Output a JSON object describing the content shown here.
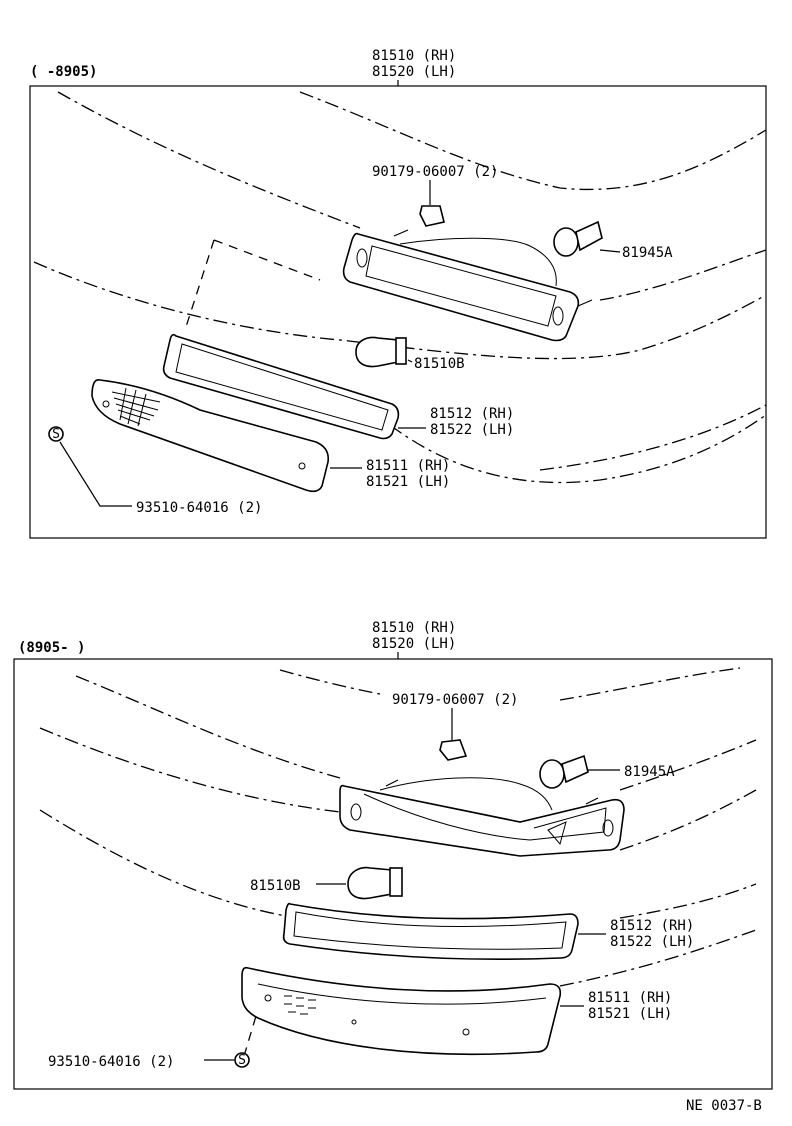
{
  "top_panel": {
    "range": "(       -8905)",
    "assembly_rh": "81510 (RH)",
    "assembly_lh": "81520 (LH)",
    "nut": "90179-06007 (2)",
    "socket": "81945A",
    "bulb": "81510B",
    "gasket_rh": "81512 (RH)",
    "gasket_lh": "81522 (LH)",
    "lens_rh": "81511 (RH)",
    "lens_lh": "81521 (LH)",
    "screw": "93510-64016 (2)",
    "screw_symbol": "S"
  },
  "bottom_panel": {
    "range": "(8905-       )",
    "assembly_rh": "81510 (RH)",
    "assembly_lh": "81520 (LH)",
    "nut": "90179-06007 (2)",
    "socket": "81945A",
    "bulb": "81510B",
    "gasket_rh": "81512 (RH)",
    "gasket_lh": "81522 (LH)",
    "lens_rh": "81511 (RH)",
    "lens_lh": "81521 (LH)",
    "screw": "93510-64016 (2)",
    "screw_symbol": "S"
  },
  "figure_code": "NE 0037-B"
}
